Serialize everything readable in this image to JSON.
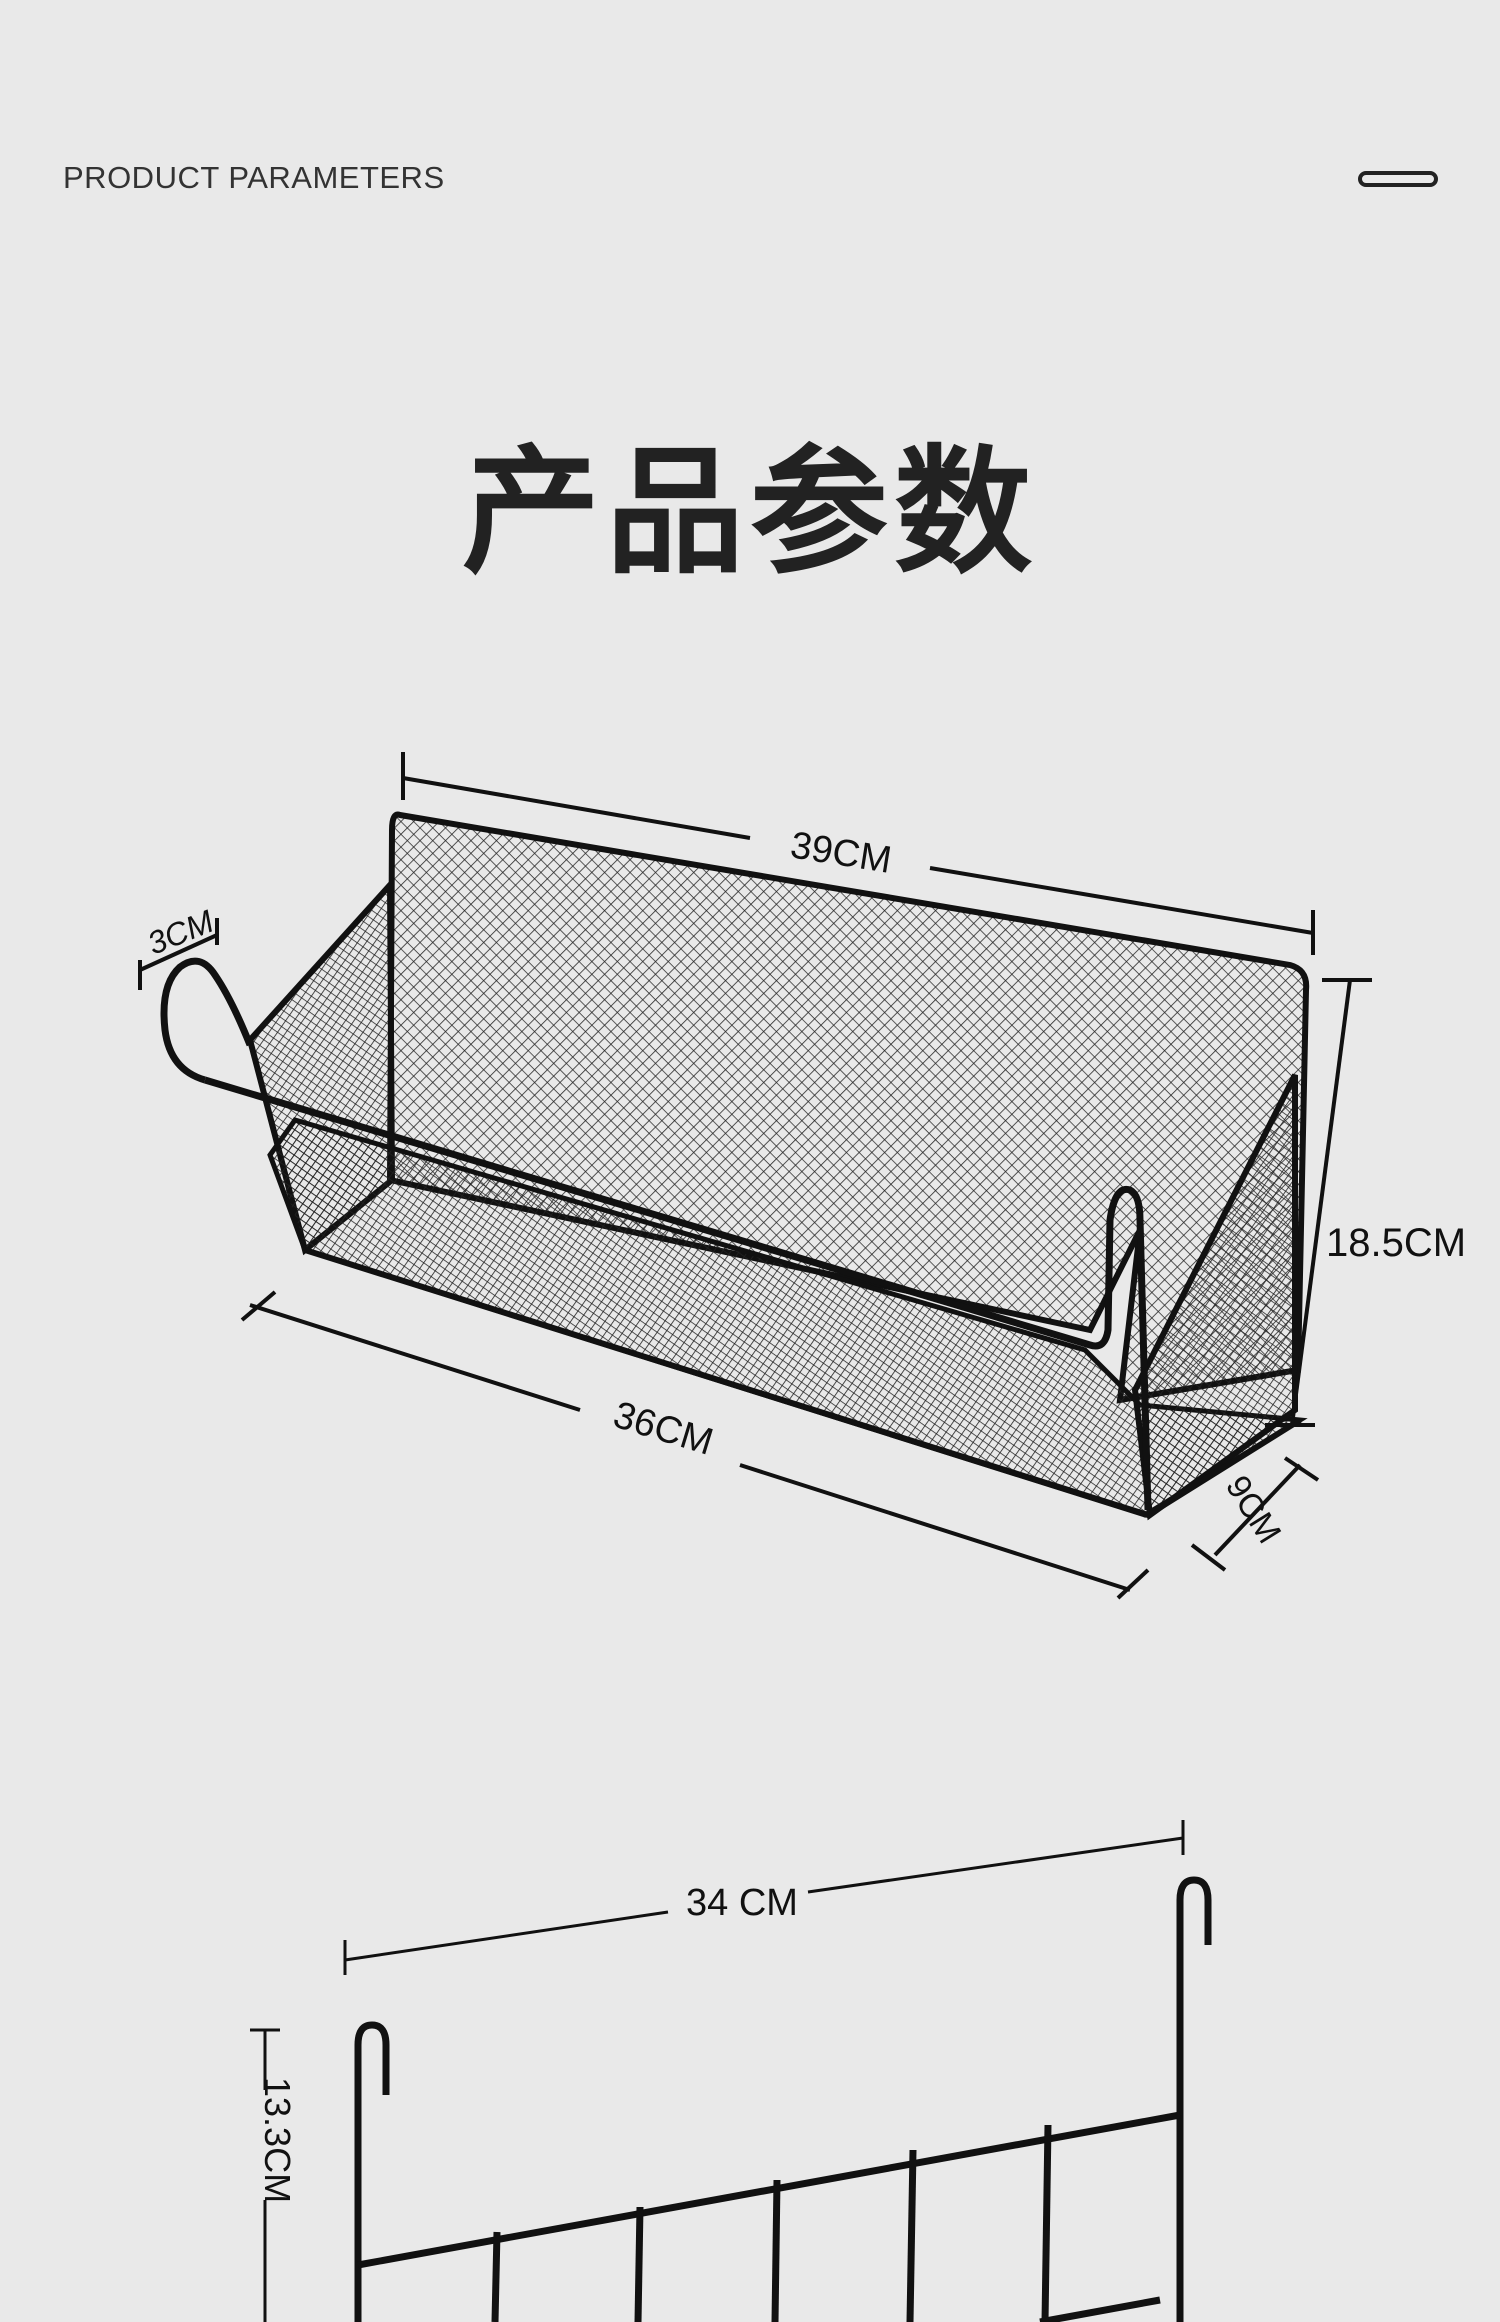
{
  "header": {
    "label": "PRODUCT PARAMETERS"
  },
  "title": "产品参数",
  "icons": {
    "menu": "pill-icon"
  },
  "dimensions": {
    "top_width": "39CM",
    "hook_width": "3CM",
    "height": "18.5CM",
    "bottom_width": "36CM",
    "depth": "9CM",
    "rack_width": "34 CM",
    "rack_height": "13.3CM"
  }
}
